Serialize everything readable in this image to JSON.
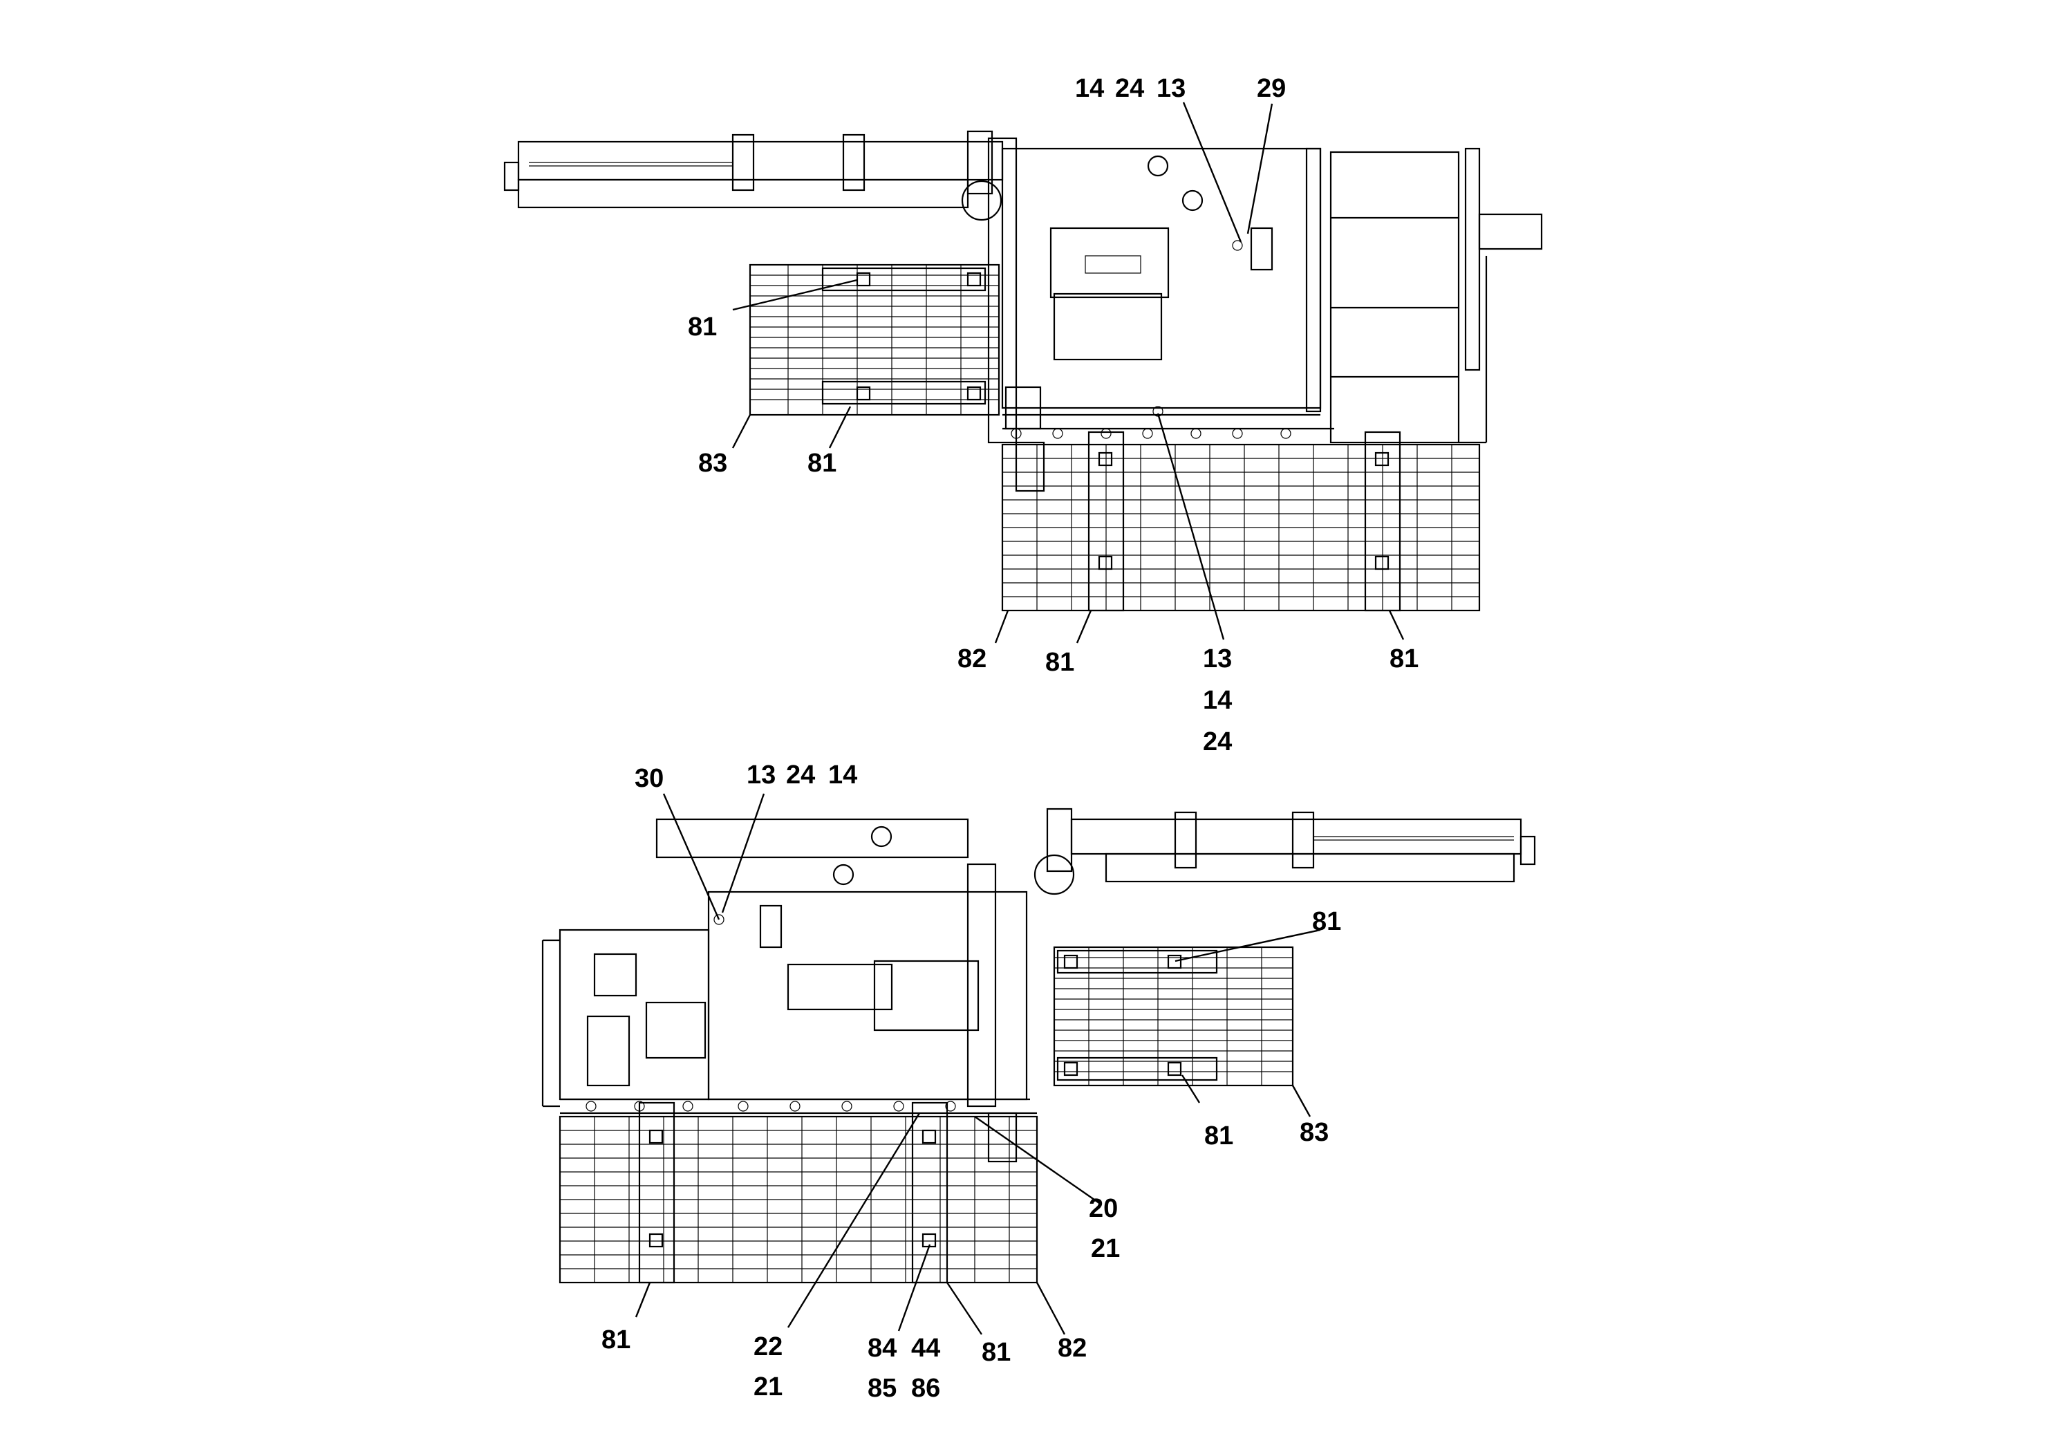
{
  "views": {
    "top": {
      "callouts": {
        "c14": "14",
        "c24": "24",
        "c13": "13",
        "c29": "29",
        "c81_left": "81",
        "c83": "83",
        "c81_leftbot": "81",
        "c82": "82",
        "c81_mid": "81",
        "c13b": "13",
        "c14b": "14",
        "c24b": "24",
        "c81_right": "81"
      }
    },
    "bottom": {
      "callouts": {
        "c30": "30",
        "c13": "13",
        "c24": "24",
        "c14": "14",
        "c81_right": "81",
        "c81_rightbot": "81",
        "c83": "83",
        "c20": "20",
        "c21a": "21",
        "c81_left": "81",
        "c22": "22",
        "c21b": "21",
        "c84": "84",
        "c44": "44",
        "c85": "85",
        "c86": "86",
        "c81_mid": "81",
        "c82": "82"
      }
    }
  }
}
